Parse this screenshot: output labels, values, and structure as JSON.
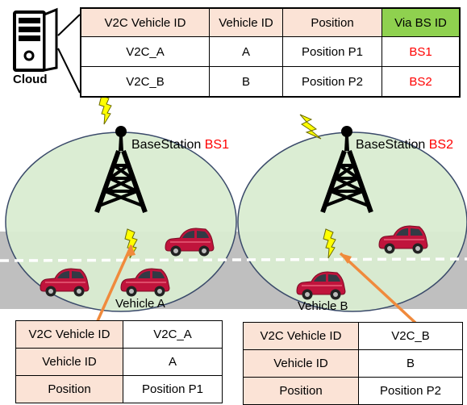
{
  "cloud": {
    "label": "Cloud",
    "table": {
      "headers": [
        "V2C Vehicle ID",
        "Vehicle ID",
        "Position",
        "Via BS ID"
      ],
      "rows": [
        [
          "V2C_A",
          "A",
          "Position P1",
          "BS1"
        ],
        [
          "V2C_B",
          "B",
          "Position P2",
          "BS2"
        ]
      ]
    }
  },
  "base_stations": [
    {
      "prefix": "BaseStation",
      "id": "BS1"
    },
    {
      "prefix": "BaseStation",
      "id": "BS2"
    }
  ],
  "vehicles": [
    {
      "label": "Vehicle A",
      "table": [
        [
          "V2C Vehicle ID",
          "V2C_A"
        ],
        [
          "Vehicle ID",
          "A"
        ],
        [
          "Position",
          "Position P1"
        ]
      ]
    },
    {
      "label": "Vehicle B",
      "table": [
        [
          "V2C Vehicle ID",
          "V2C_B"
        ],
        [
          "Vehicle ID",
          "B"
        ],
        [
          "Position",
          "Position P2"
        ]
      ]
    }
  ],
  "colors": {
    "cell_header": "#fbe3d6",
    "via_header": "#8fd14f",
    "bs_id": "#ff0000",
    "coverage": "#d9ecd1",
    "road": "#bfbfbf",
    "arrow": "#f08a3c",
    "lightning": "#ffff00",
    "car_body": "#c0143c"
  }
}
